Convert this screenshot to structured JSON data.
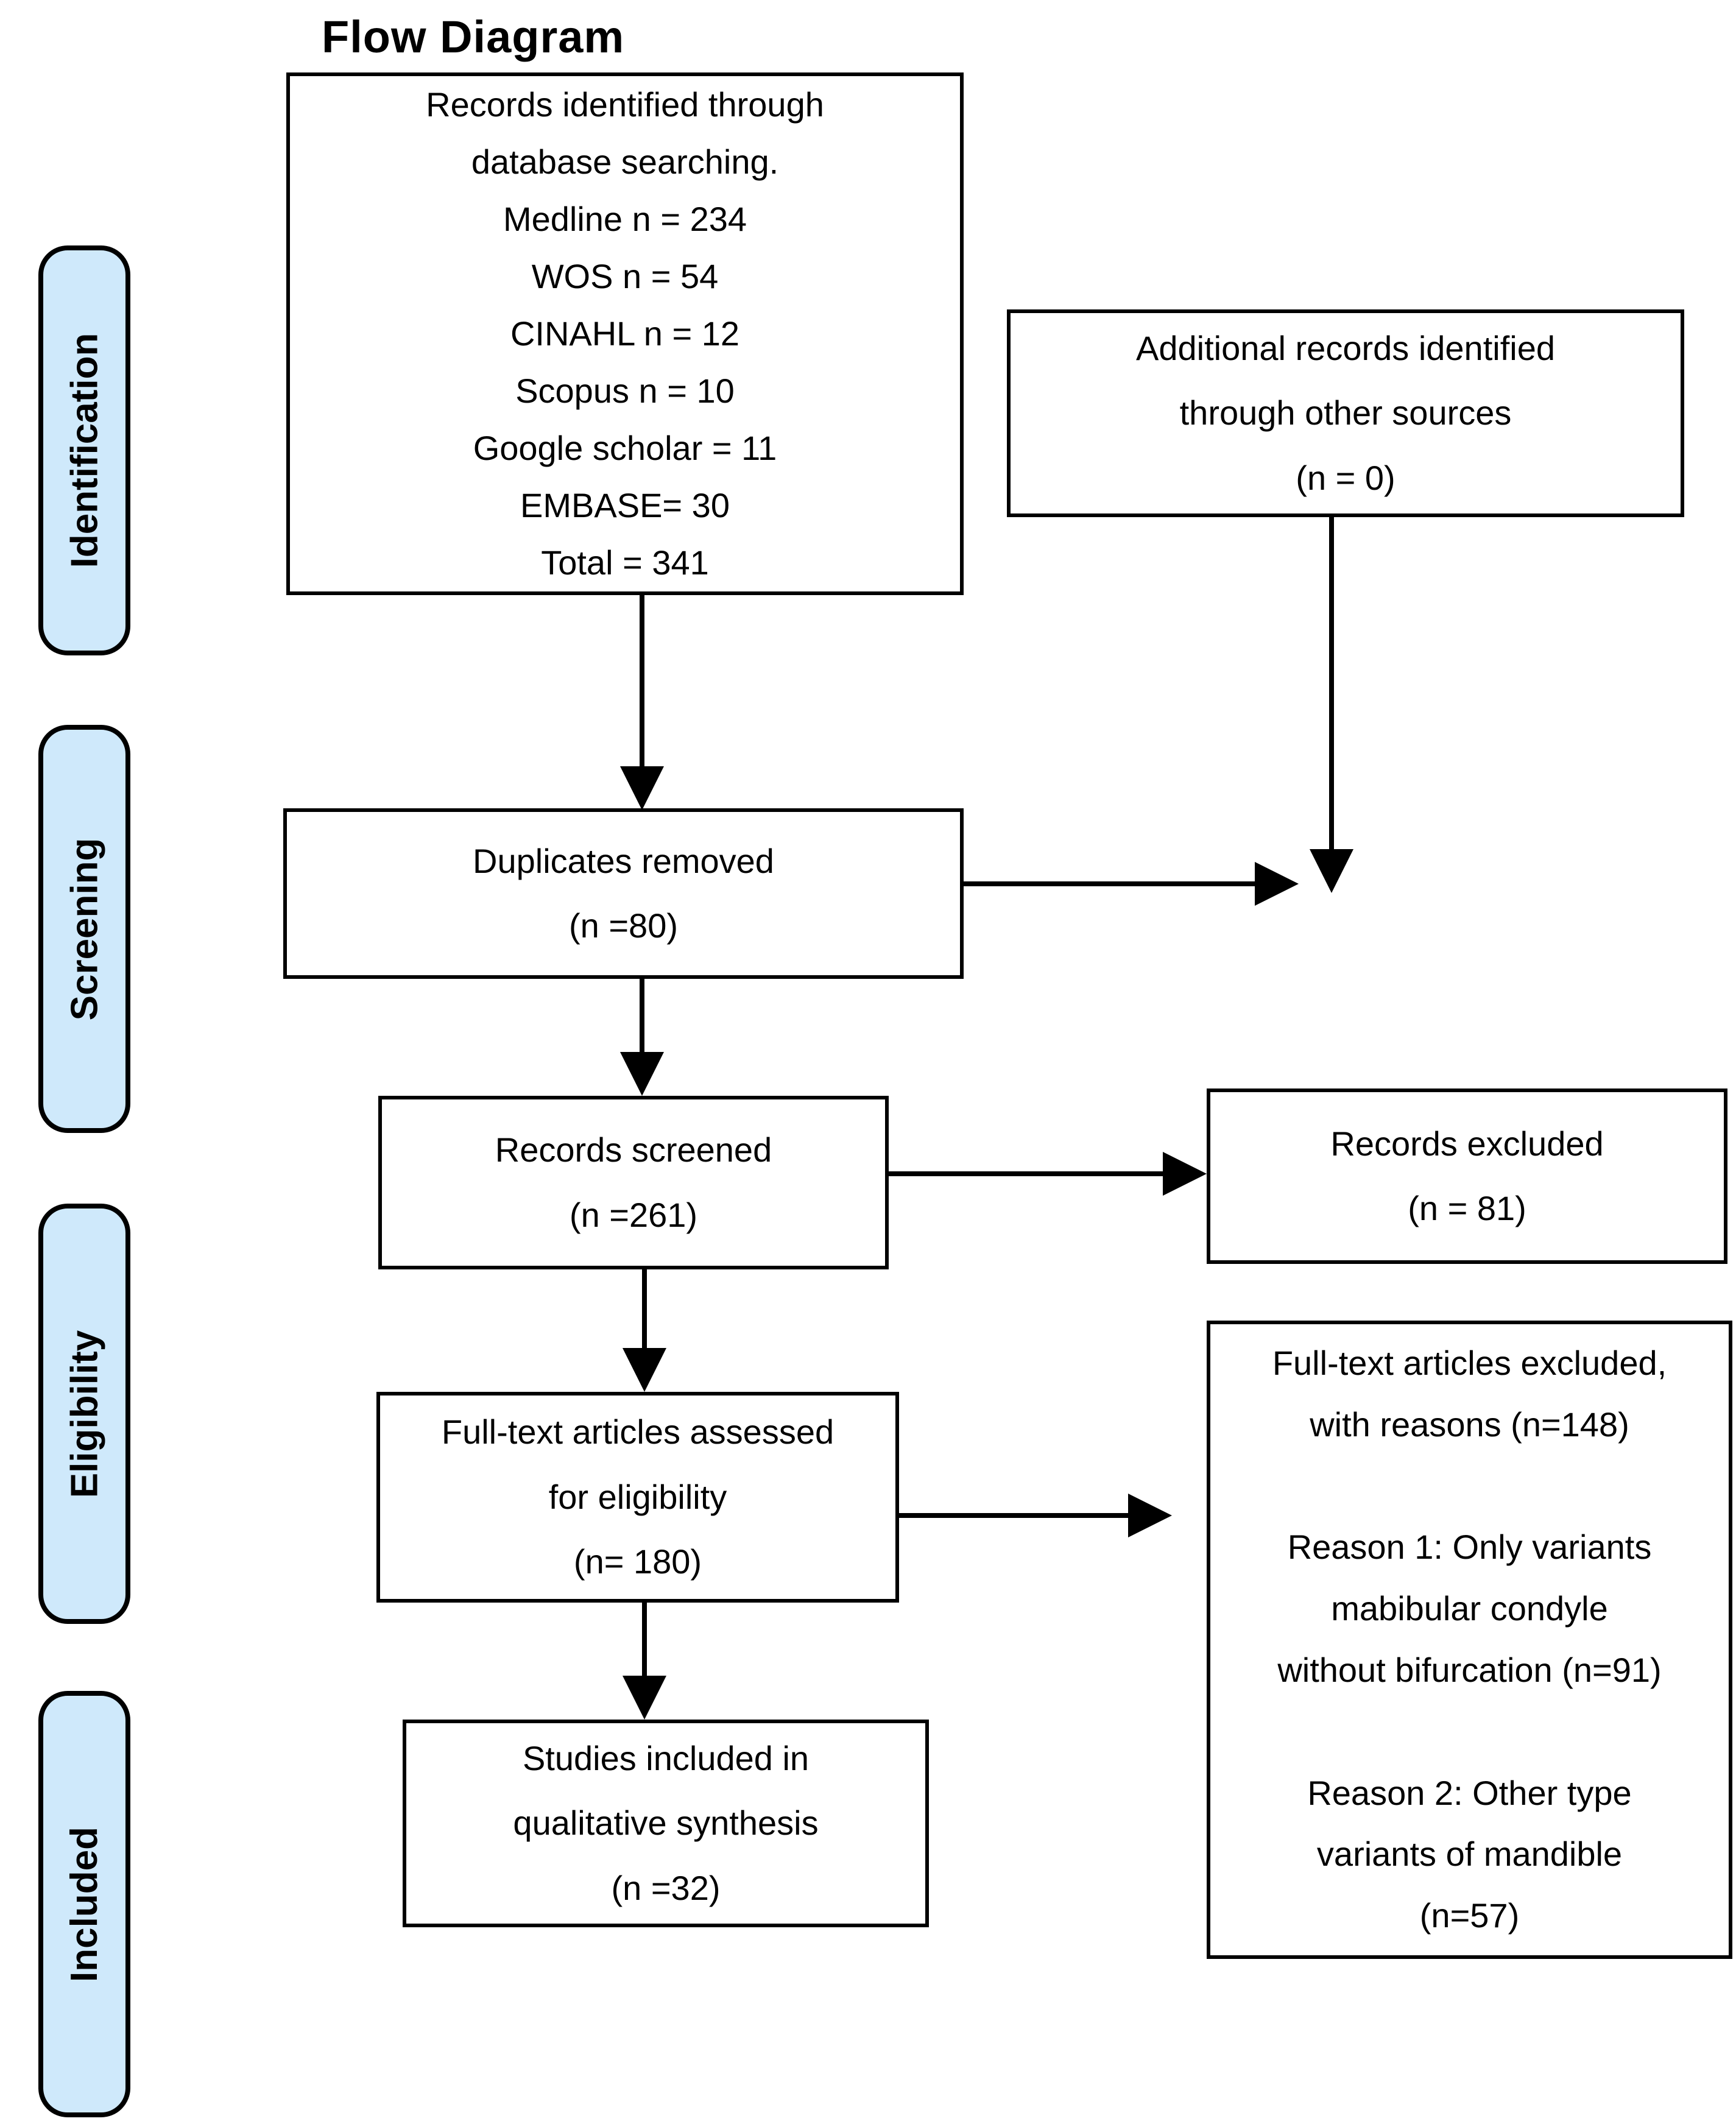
{
  "title": "Flow Diagram",
  "colors": {
    "stage_fill": "#cfe9fb",
    "line": "#000000",
    "box_bg": "#ffffff",
    "text": "#000000",
    "page_bg": "#ffffff"
  },
  "stages": [
    {
      "label": "Identification"
    },
    {
      "label": "Screening"
    },
    {
      "label": "Eligibility"
    },
    {
      "label": "Included"
    }
  ],
  "boxes": {
    "records_identified": {
      "lines": [
        "Records identified through",
        "database searching.",
        "Medline n = 234",
        "WOS n = 54",
        "CINAHL n = 12",
        "Scopus n = 10",
        "Google scholar = 11",
        "EMBASE= 30",
        "Total = 341"
      ]
    },
    "additional_records": {
      "lines": [
        "Additional records identified",
        "through other sources",
        "(n = 0)"
      ]
    },
    "duplicates_removed": {
      "lines": [
        "Duplicates removed",
        "(n =80)"
      ]
    },
    "records_screened": {
      "lines": [
        "Records screened",
        "(n =261)"
      ]
    },
    "records_excluded": {
      "lines": [
        "Records excluded",
        "(n = 81)"
      ]
    },
    "fulltext_assessed": {
      "lines": [
        "Full-text articles assessed",
        "for eligibility",
        "(n= 180)"
      ]
    },
    "fulltext_excluded": {
      "lines": [
        "Full-text articles excluded,",
        "with reasons (n=148)",
        "",
        "Reason 1: Only variants",
        "mabibular condyle",
        "without bifurcation (n=91)",
        "",
        "Reason 2: Other type",
        "variants of mandible",
        "(n=57)"
      ]
    },
    "studies_included": {
      "lines": [
        "Studies included in",
        "qualitative synthesis",
        "(n =32)"
      ]
    }
  }
}
